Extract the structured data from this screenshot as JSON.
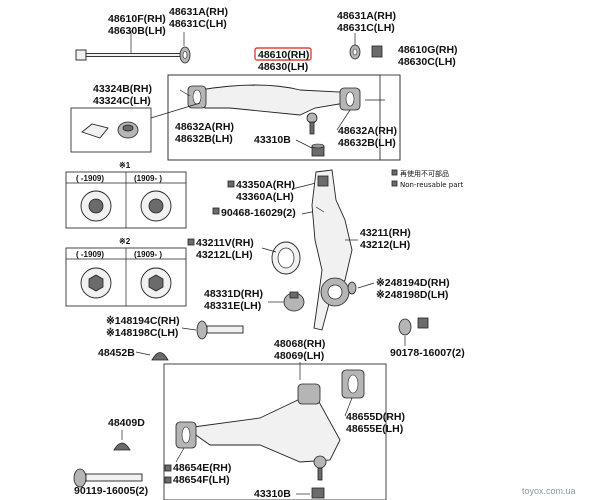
{
  "labels": {
    "p48610F": "48610F(RH)",
    "p48630B": "48630B(LH)",
    "p48631A_top": "48631A(RH)",
    "p48631C_top": "48631C(LH)",
    "p48631A_right": "48631A(RH)",
    "p48631C_right": "48631C(LH)",
    "p48610": "48610(RH)",
    "p48630": "48630(LH)",
    "p48610G": "48610G(RH)",
    "p48630C": "48630C(LH)",
    "p43324B": "43324B(RH)",
    "p43324C": "43324C(LH)",
    "p48632A_l": "48632A(RH)",
    "p48632B_l": "48632B(LH)",
    "p43310B_top": "43310B",
    "p48632A_r": "48632A(RH)",
    "p48632B_r": "48632B(LH)",
    "mark1": "※1",
    "mark2": "※2",
    "range1a": "( -1909)",
    "range1b": "(1909- )",
    "range2a": "( -1909)",
    "range2b": "(1909- )",
    "p43350A": "43350A(RH)",
    "p43360A": "43360A(LH)",
    "p90468": "90468-16029(2)",
    "p43211V": "43211V(RH)",
    "p43212L": "43212L(LH)",
    "p43211": "43211(RH)",
    "p43212": "43212(LH)",
    "p48194D": "※248194D(RH)",
    "p48198D": "※248198D(LH)",
    "p48331D": "48331D(RH)",
    "p48331E": "48331E(LH)",
    "p48194C": "※148194C(RH)",
    "p48198C": "※148198C(LH)",
    "p90178": "90178-16007(2)",
    "p48068": "48068(RH)",
    "p48069": "48069(LH)",
    "p48452B": "48452B",
    "p48409D": "48409D",
    "p48655D": "48655D(RH)",
    "p48655E": "48655E(LH)",
    "p48654E": "48654E(RH)",
    "p48654F": "48654F(LH)",
    "p90119": "90119-16005(2)",
    "p43310B_bottom": "43310B"
  },
  "notes": {
    "reuse_jp": "再使用不可部品",
    "reuse_en": "Non-reusable part"
  },
  "watermark": "toyox.com.ua",
  "colors": {
    "highlight": "#e0453a",
    "line": "#222222",
    "watermark": "#8a9aa8"
  }
}
